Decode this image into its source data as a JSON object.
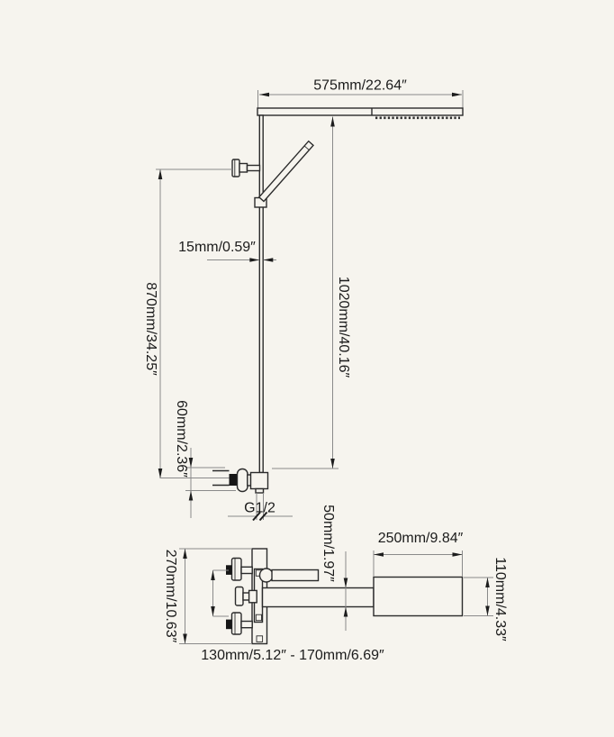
{
  "colors": {
    "background": "#f6f4ee",
    "outline": "#2b2b2b",
    "dimension_lines": "#8a8a8a",
    "arrowheads": "#1d1d1d",
    "text": "#1b1b1b",
    "solid_fittings": "#161616"
  },
  "upper_view": {
    "dim_top_width": "575mm/22.64″",
    "dim_pipe_width": "15mm/0.59″",
    "dim_height_to_slider": "870mm/34.25″",
    "dim_overall_height": "1020mm/40.16″",
    "dim_escutcheon": "60mm/2.36″",
    "thread_label": "G1/2"
  },
  "lower_view": {
    "dim_spout_height": "50mm/1.97″",
    "dim_spout_length": "250mm/9.84″",
    "dim_plate_height": "270mm/10.63″",
    "dim_body_height": "110mm/4.33″",
    "dim_inlet_spacing": "130mm/5.12″ - 170mm/6.69″"
  }
}
